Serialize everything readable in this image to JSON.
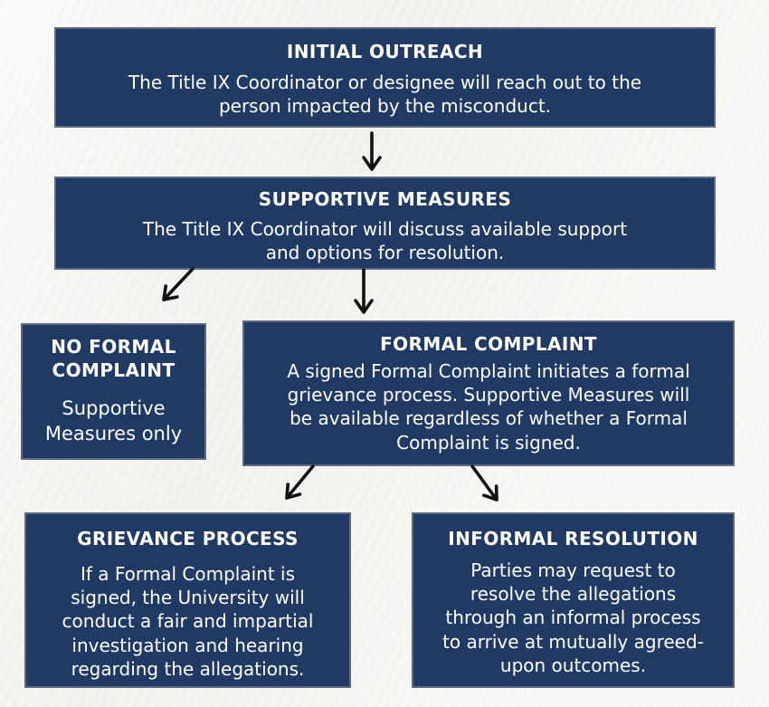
{
  "colors": {
    "page_bg": "#f4f4f1",
    "node_bg": "#203a64",
    "node_border": "#5c6a85",
    "node_text": "#ffffff",
    "arrow": "#111111"
  },
  "flowchart": {
    "nodes": {
      "initial_outreach": {
        "title": "INITIAL OUTREACH",
        "body": "The Title IX Coordinator or designee will reach out to the\nperson impacted by the misconduct."
      },
      "supportive_measures": {
        "title": "SUPPORTIVE MEASURES",
        "body": "The Title IX Coordinator will discuss available support\nand options for resolution."
      },
      "no_formal_complaint": {
        "title": "NO FORMAL\nCOMPLAINT",
        "body": "Supportive\nMeasures only"
      },
      "formal_complaint": {
        "title": "FORMAL COMPLAINT",
        "body": "A signed Formal Complaint initiates a formal\ngrievance process. Supportive Measures will\nbe available regardless of whether a Formal\nComplaint is signed."
      },
      "grievance_process": {
        "title": "GRIEVANCE PROCESS",
        "body": "If a Formal Complaint is\nsigned, the University will\nconduct a fair and impartial\ninvestigation and hearing\nregarding the allegations."
      },
      "informal_resolution": {
        "title": "INFORMAL RESOLUTION",
        "body": "Parties may request to\nresolve the allegations\nthrough an informal process\nto arrive at mutually agreed-\nupon outcomes."
      }
    },
    "connectors": [
      {
        "from": "initial_outreach",
        "to": "supportive_measures"
      },
      {
        "from": "supportive_measures",
        "to": "no_formal_complaint"
      },
      {
        "from": "supportive_measures",
        "to": "formal_complaint"
      },
      {
        "from": "formal_complaint",
        "to": "grievance_process"
      },
      {
        "from": "formal_complaint",
        "to": "informal_resolution"
      }
    ]
  }
}
